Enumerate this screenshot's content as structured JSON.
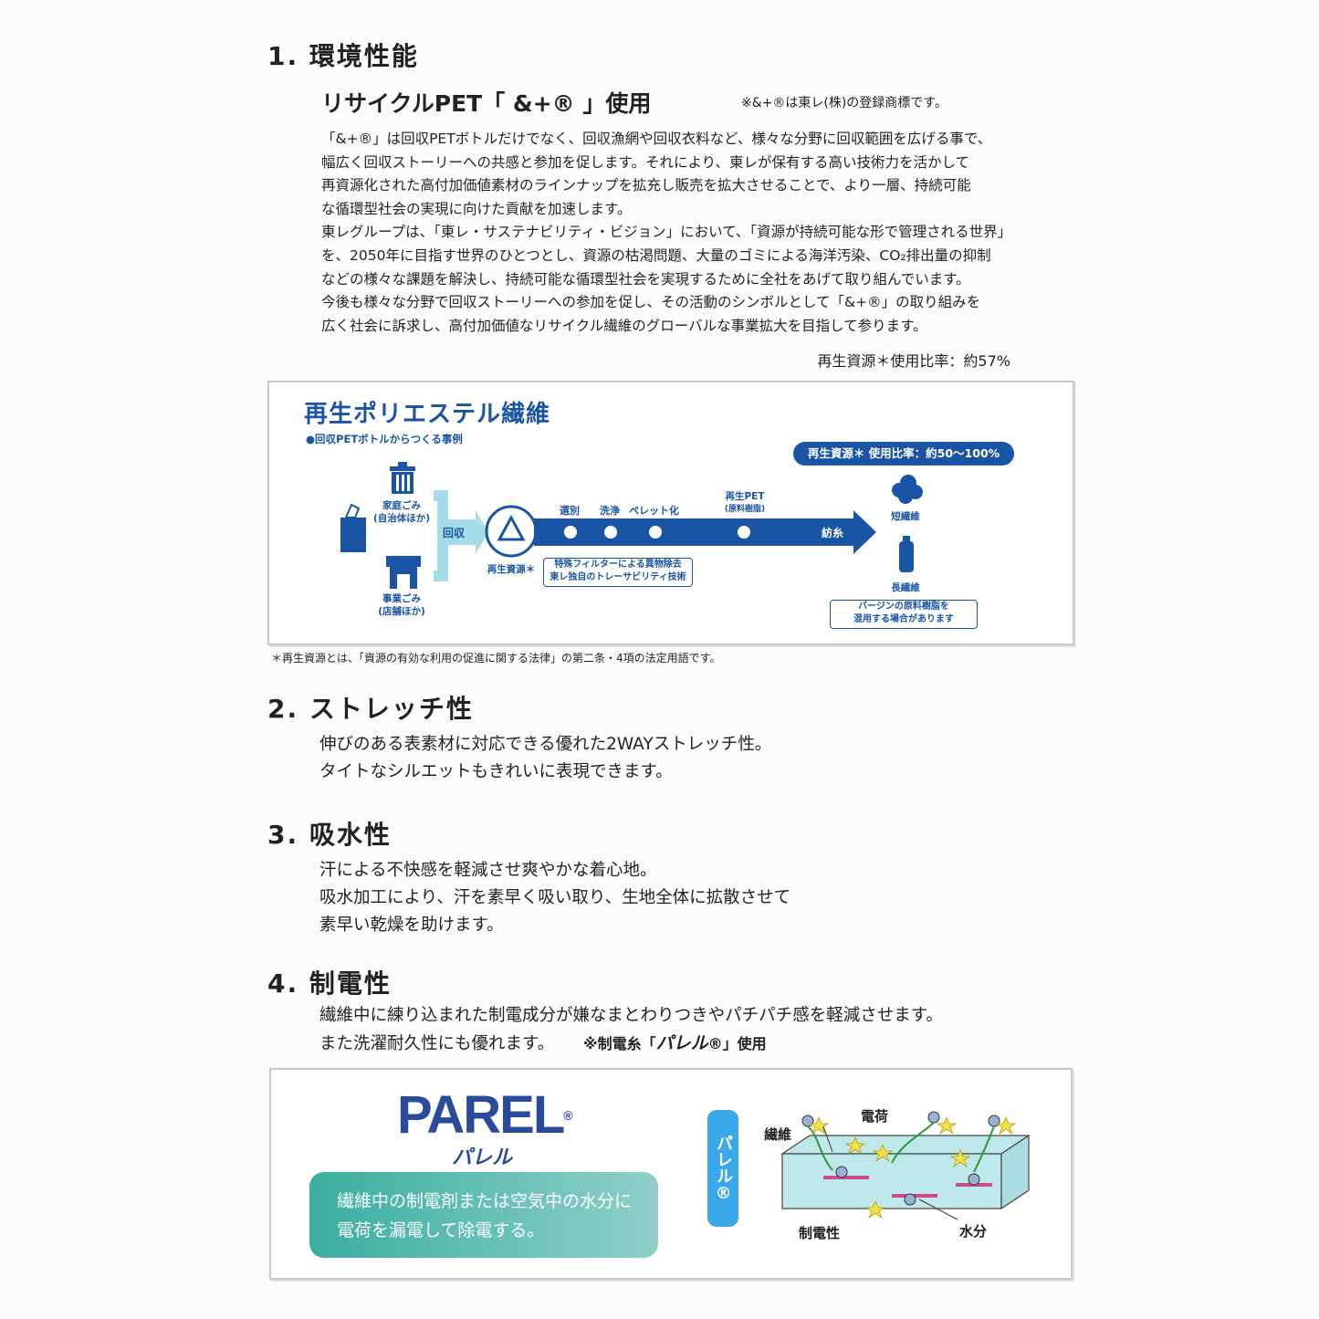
{
  "s1": {
    "title": "1. 環境性能",
    "subtitle": "リサイクルPET「 &+® 」使用",
    "trademark_note": "※&+®は東レ(株)の登録商標です。",
    "paragraph": [
      "「&+®」は回収PETボトルだけでなく、回収漁網や回収衣料など、様々な分野に回収範囲を広げる事で、",
      "幅広く回収ストーリーへの共感と参加を促します。それにより、東レが保有する高い技術力を活かして",
      "再資源化された高付加価値素材のラインナップを拡充し販売を拡大させることで、より一層、持続可能",
      "な循環型社会の実現に向けた貢献を加速します。",
      "東レグループは、「東レ・サステナビリティ・ビジョン」において、「資源が持続可能な形で管理される世界」",
      "を、2050年に目指す世界のひとつとし、資源の枯渇問題、大量のゴミによる海洋汚染、CO₂排出量の抑制",
      "などの様々な課題を解決し、持続可能な循環型社会を実現するために全社をあげて取り組んでいます。",
      "今後も様々な分野で回収ストーリーへの参加を促し、その活動のシンボルとして「&+®」の取り組みを",
      "広く社会に訴求し、高付加価値なリサイクル繊維のグローバルな事業拡大を目指して参ります。"
    ],
    "ratio": "再生資源＊使用比率：約57%"
  },
  "diagram": {
    "title": "再生ポリエステル繊維",
    "subtitle": "●回収PETボトルからつくる事例",
    "ratio_pill": "再生資源＊ 使用比率：約50〜100%",
    "household_l1": "家庭ごみ",
    "household_l2": "(自治体ほか)",
    "business_l1": "事業ごみ",
    "business_l2": "(店舗ほか)",
    "collect": "回収",
    "resource": "再生資源＊",
    "step1": "選別",
    "step2": "洗浄",
    "step3": "ペレット化",
    "step4_l1": "再生PET",
    "step4_l2": "(原料樹脂)",
    "spin": "紡糸",
    "short_fiber": "短繊維",
    "long_fiber": "長繊維",
    "filter_l1": "特殊フィルターによる異物除去",
    "filter_l2": "東レ独自のトレーサビリティ技術",
    "virgin_l1": "バージンの原料樹脂を",
    "virgin_l2": "混用する場合があります",
    "colors": {
      "primary": "#1a55a5",
      "arrow_light": "#a6dce8"
    }
  },
  "footnote": "＊再生資源とは、「資源の有効な利用の促進に関する法律」の第二条・4項の法定用語です。",
  "s2": {
    "title": "2. ストレッチ性",
    "lines": [
      "伸びのある表素材に対応できる優れた2WAYストレッチ性。",
      "タイトなシルエットもきれいに表現できます。"
    ]
  },
  "s3": {
    "title": "3. 吸水性",
    "lines": [
      "汗による不快感を軽減させ爽やかな着心地。",
      "吸水加工により、汗を素早く吸い取り、生地全体に拡散させて",
      "素早い乾燥を助けます。"
    ]
  },
  "s4": {
    "title": "4. 制電性",
    "line1": "繊維中に練り込まれた制電成分が嫌なまとわりつきやパチパチ感を軽減させます。",
    "line2": "また洗濯耐久性にも優れます。",
    "note_prefix": "※制電糸「",
    "note_brand": "パレル",
    "note_suffix": "®」使用"
  },
  "parel": {
    "logo": "PAREL",
    "reg": "®",
    "kana": "パレル",
    "desc_l1": "繊維中の制電剤または空気中の水分に",
    "desc_l2": "電荷を漏電して除電する。",
    "tag": "パレル®",
    "lbl_fiber": "繊維",
    "lbl_charge": "電荷",
    "lbl_antistatic": "制電性",
    "lbl_moisture": "水分",
    "colors": {
      "logo": "#2a4b9b",
      "teal": "#2fa59a",
      "tag": "#3aa7e8"
    }
  }
}
